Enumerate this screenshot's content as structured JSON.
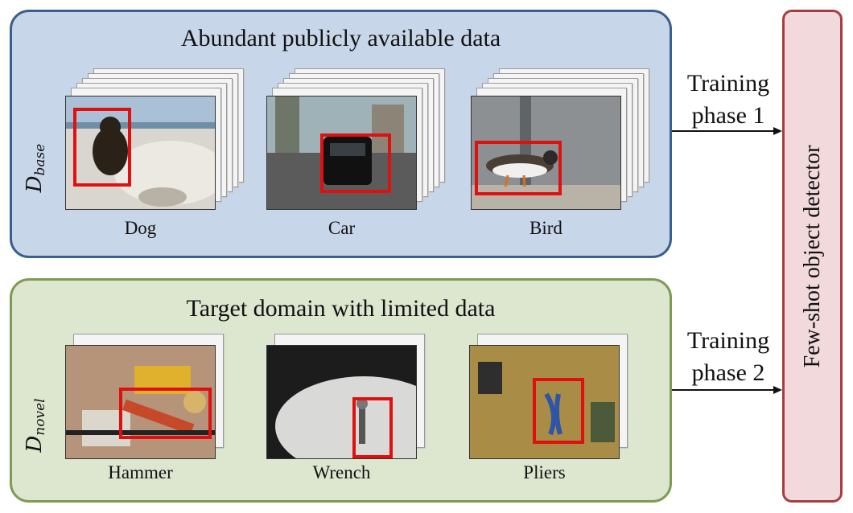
{
  "base_panel": {
    "title": "Abundant publicly available data",
    "label_main": "D",
    "label_sub": "base"
  },
  "novel_panel": {
    "title": "Target domain with limited data",
    "label_main": "D",
    "label_sub": "novel"
  },
  "base_images": [
    {
      "caption": "Dog"
    },
    {
      "caption": "Car"
    },
    {
      "caption": "Bird"
    }
  ],
  "novel_images": [
    {
      "caption": "Hammer"
    },
    {
      "caption": "Wrench"
    },
    {
      "caption": "Pliers"
    }
  ],
  "arrows": [
    {
      "line1": "Training",
      "line2": "phase 1"
    },
    {
      "line1": "Training",
      "line2": "phase 2"
    }
  ],
  "detector": {
    "label": "Few-shot object detector"
  },
  "colors": {
    "base_fill": "#c8d6e9",
    "base_border": "#3b5f8c",
    "novel_fill": "#dde6cf",
    "novel_border": "#7f9a52",
    "detector_fill": "#f1d9dc",
    "detector_border": "#a63d45",
    "bbox": "#e01010"
  }
}
